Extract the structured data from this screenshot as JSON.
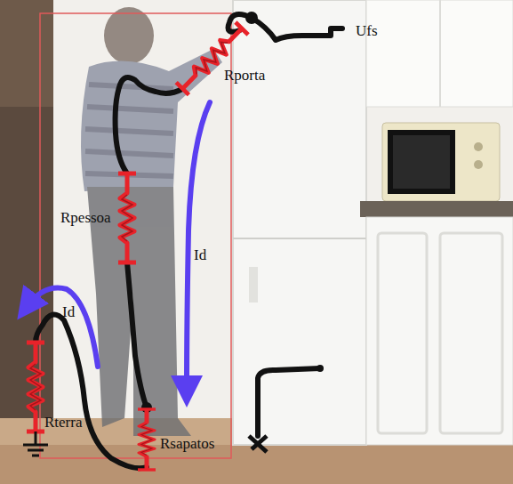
{
  "diagram": {
    "labels": [
      "Ufs",
      "Rporta",
      "Rpessoa",
      "Id",
      "Id",
      "Rterra",
      "Rsapatos"
    ]
  }
}
